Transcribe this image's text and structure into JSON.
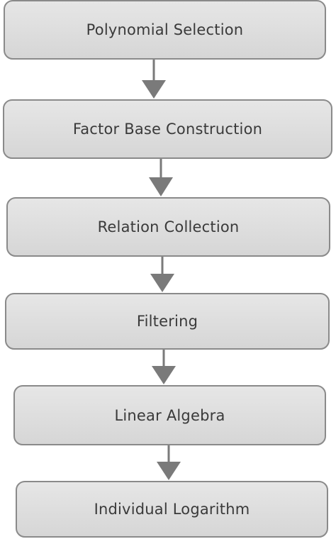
{
  "steps": [
    "Polynomial Selection",
    "Factor Base Construction",
    "Relation Collection",
    "Filtering",
    "Linear Algebra",
    "Individual Logarithm"
  ],
  "colors": {
    "box_fill": "#dedede",
    "box_border": "#8a8a8a",
    "text": "#3a3a3a",
    "arrow": "#7a7a7a"
  }
}
